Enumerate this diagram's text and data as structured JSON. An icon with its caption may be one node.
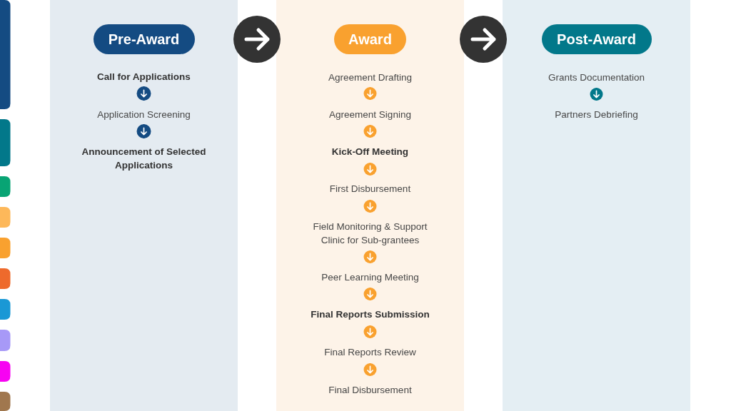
{
  "diagram": {
    "nodes": [
      {
        "text": [],
        "shape": "band"
      },
      {
        "text": [
          "Pre-Award"
        ],
        "in": 0
      },
      {
        "text": [
          "Call for Applications"
        ],
        "in": 0
      },
      {
        "text": [
          "Application Screening"
        ],
        "in": 0
      },
      {
        "text": [
          "Announcement of Selected Applications"
        ],
        "in": 0
      },
      {
        "text": [],
        "shape": "band"
      },
      {
        "text": [
          "Award"
        ],
        "in": 5
      },
      {
        "text": [
          "Agreement Drafting"
        ],
        "in": 5
      },
      {
        "text": [
          "Agreement Signing"
        ],
        "in": 5
      },
      {
        "text": [
          "Kick-Off Meeting"
        ],
        "in": 5
      },
      {
        "text": [
          "First Disbursement"
        ],
        "in": 5
      },
      {
        "text": [
          "Field Monitoring & Support Clinic for Sub-grantees"
        ],
        "in": 5
      },
      {
        "text": [
          "Peer Learning Meeting"
        ],
        "in": 5
      },
      {
        "text": [
          "Final Reports Submission"
        ],
        "in": 5
      },
      {
        "text": [
          "Final Reports Review"
        ],
        "in": 5
      },
      {
        "text": [
          "Final Disbursement"
        ],
        "in": 5
      },
      {
        "text": [],
        "shape": "band"
      },
      {
        "text": [
          "Post-Award"
        ],
        "in": 16
      },
      {
        "text": [
          "Grants Documentation"
        ],
        "in": 16
      },
      {
        "text": [
          "Partners Debriefing"
        ],
        "in": 16
      }
    ],
    "edges": [
      {
        "from": 2,
        "to": 3,
        "arrow": "to"
      },
      {
        "from": 3,
        "to": 4,
        "arrow": "to"
      },
      {
        "from": 0,
        "to": 5,
        "arrow": "to",
        "style": "thick"
      },
      {
        "from": 7,
        "to": 8,
        "arrow": "to"
      },
      {
        "from": 8,
        "to": 9,
        "arrow": "to"
      },
      {
        "from": 9,
        "to": 10,
        "arrow": "to"
      },
      {
        "from": 10,
        "to": 11,
        "arrow": "to"
      },
      {
        "from": 11,
        "to": 12,
        "arrow": "to"
      },
      {
        "from": 12,
        "to": 13,
        "arrow": "to"
      },
      {
        "from": 13,
        "to": 14,
        "arrow": "to"
      },
      {
        "from": 14,
        "to": 15,
        "arrow": "to"
      },
      {
        "from": 5,
        "to": 16,
        "arrow": "to",
        "style": "thick"
      },
      {
        "from": 18,
        "to": 19,
        "arrow": "to"
      }
    ]
  }
}
